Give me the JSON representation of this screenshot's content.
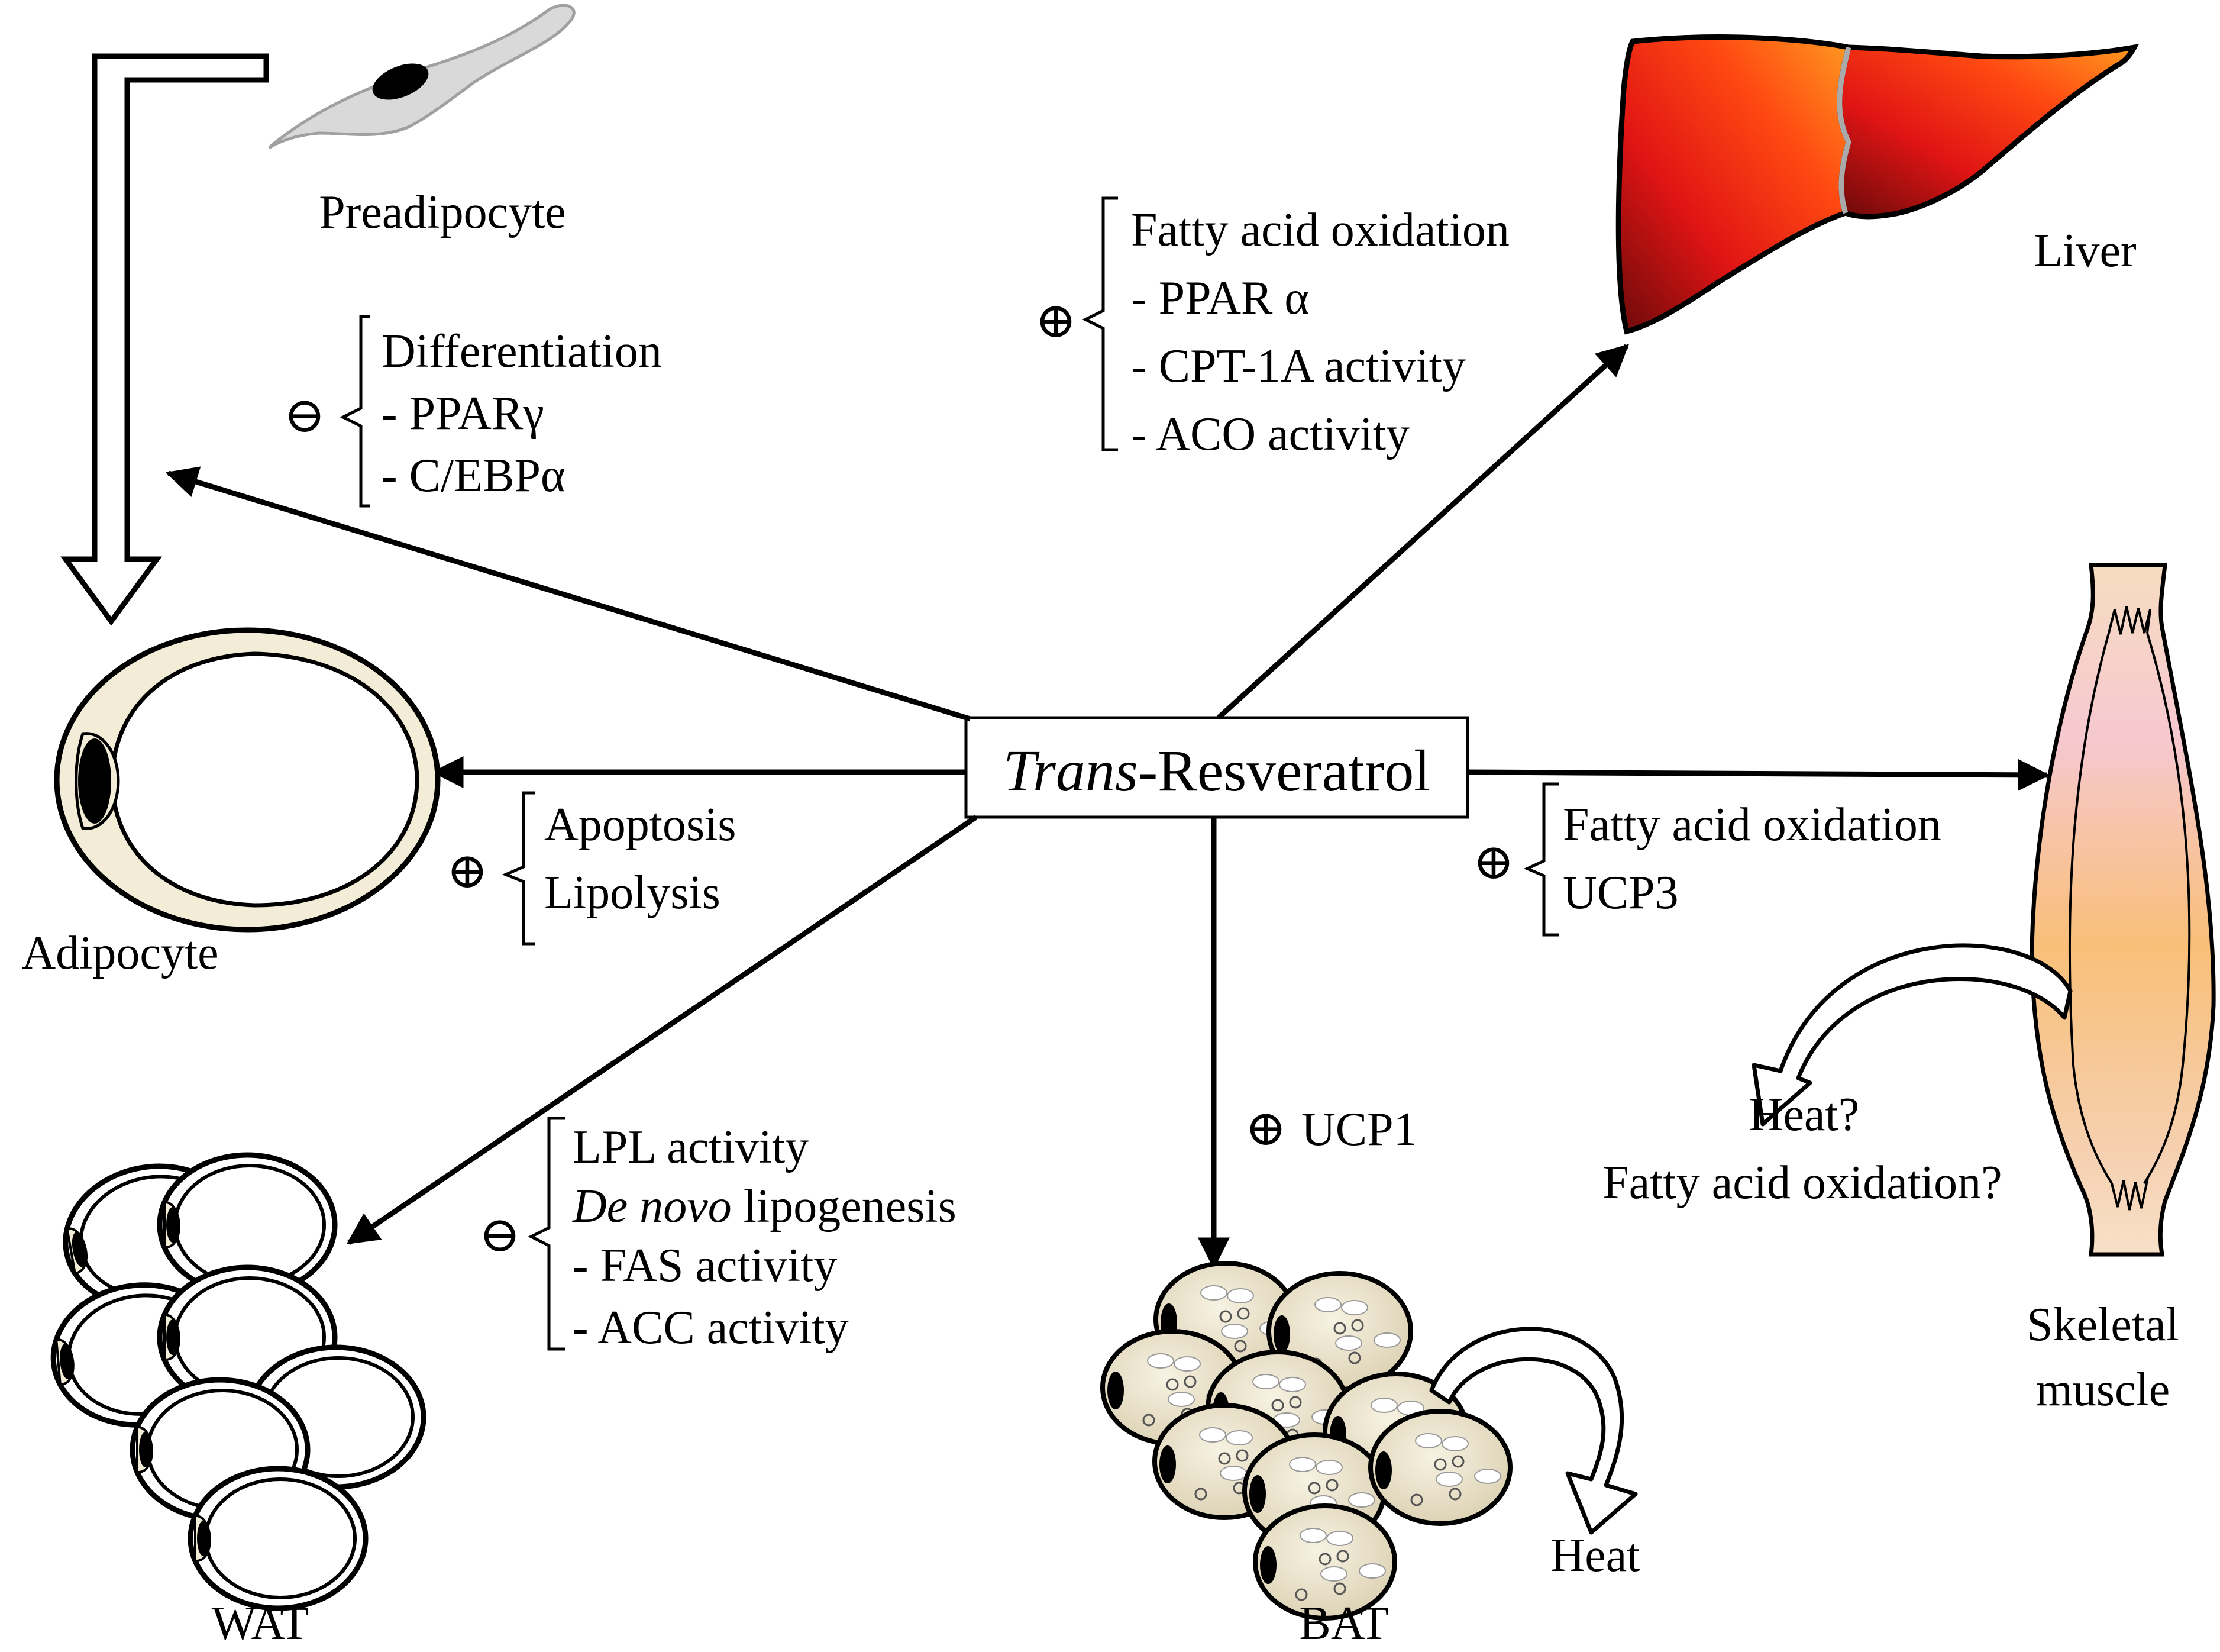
{
  "center": {
    "prefix": "Trans",
    "suffix": "-Resveratrol"
  },
  "labels": {
    "preadipocyte": "Preadipocyte",
    "adipocyte": "Adipocyte",
    "liver": "Liver",
    "wat": "WAT",
    "bat": "BAT",
    "heat_bat": "Heat",
    "skeletal_line1": "Skeletal",
    "skeletal_line2": "muscle",
    "muscle_heat": "Heat?",
    "muscle_fao": "Fatty acid oxidation?"
  },
  "effects": {
    "differentiation": {
      "sign": "⊖",
      "lines": [
        "Differentiation",
        "- PPARγ",
        "- C/EBPα"
      ]
    },
    "apoptosis": {
      "sign": "⊕",
      "lines": [
        "Apoptosis",
        "Lipolysis"
      ]
    },
    "liver": {
      "sign": "⊕",
      "lines": [
        "Fatty acid oxidation",
        "- PPAR α",
        "- CPT-1A activity",
        "- ACO activity"
      ]
    },
    "muscle": {
      "sign": "⊕",
      "lines": [
        "Fatty acid oxidation",
        "UCP3"
      ]
    },
    "bat": {
      "sign": "⊕",
      "text": "UCP1"
    },
    "wat": {
      "sign": "⊖",
      "lines": [
        "LPL activity",
        "- FAS activity",
        "- ACC activity"
      ],
      "denovo_italic": "De novo",
      "denovo_rest": " lipogenesis"
    }
  },
  "colors": {
    "liver_dark": "#6b0a0a",
    "liver_mid": "#e01414",
    "liver_light": "#ff7a10",
    "cell_fill": "#f3ecd6",
    "preadipocyte_fill": "#d9d9d9",
    "muscle_fill": "#f8c890"
  }
}
